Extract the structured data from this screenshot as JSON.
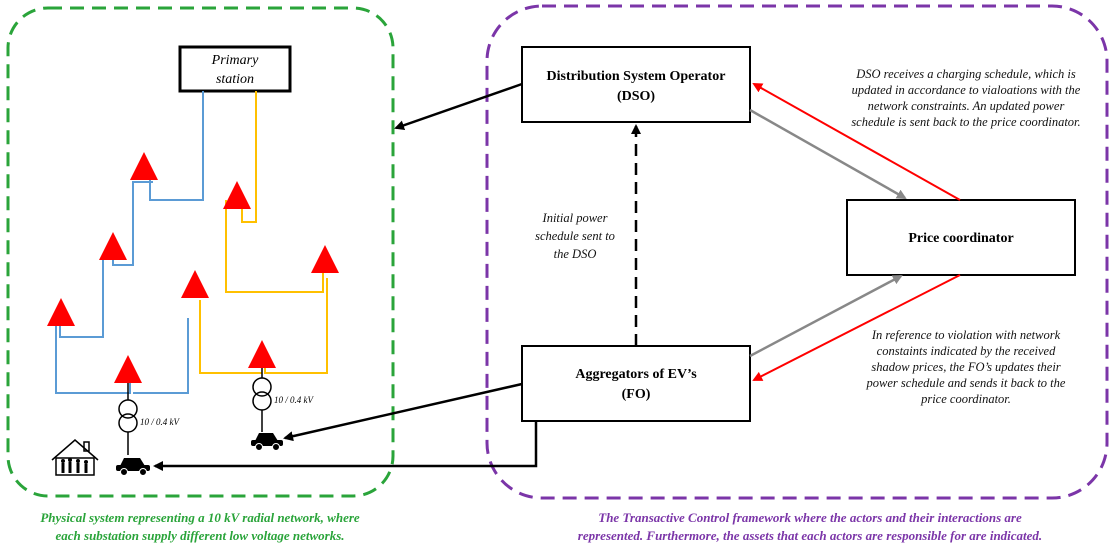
{
  "physical_system": {
    "primary_station": [
      "Primary",
      "station"
    ],
    "transformer_labels": [
      "10 / 0.4 kV",
      "10 / 0.4 kV"
    ],
    "caption": [
      "Physical system representing a 10 kV radial network, where",
      "each substation supply different low voltage networks."
    ]
  },
  "framework": {
    "dso": [
      "Distribution System Operator",
      "(DSO)"
    ],
    "price_coordinator": "Price coordinator",
    "aggregators": [
      "Aggregators of EV’s",
      "(FO)"
    ],
    "initial_schedule_note": [
      "Initial power",
      "schedule sent to",
      "the DSO"
    ],
    "dso_note": [
      "DSO receives a charging schedule, which is",
      "updated in accordance to vialoations with the",
      "network constraints. An updated power",
      "schedule is sent back to the price coordinator."
    ],
    "fo_note": [
      "In reference to violation with network",
      "constaints indicated by the received",
      "shadow prices, the FO’s updates their",
      "power schedule and sends it back to the",
      "price coordinator."
    ],
    "caption": [
      "The Transactive Control framework where the actors and their interactions are",
      "represented. Furthermore, the assets that each actors are responsible for are indicated."
    ]
  },
  "colors": {
    "green": "#2aa43a",
    "purple": "#7b35a8",
    "blue": "#5b9bd5",
    "yellow": "#ffc000",
    "red": "#ff0000",
    "gray": "#888888"
  }
}
